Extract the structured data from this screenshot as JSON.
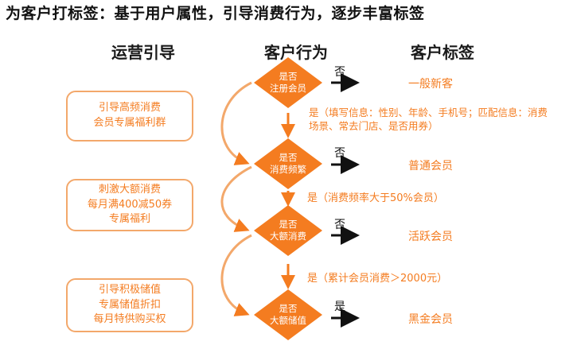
{
  "title": "为客户打标签：基于用户属性，引导消费行为，逐步丰富标签",
  "columns": {
    "guide": "运营引导",
    "behavior": "客户行为",
    "tags": "客户标签"
  },
  "guide_boxes": [
    {
      "lines": [
        "引导高频消费",
        "会员专属福利群"
      ]
    },
    {
      "lines": [
        "刺激大额消费",
        "每月满400减50券",
        "专属福利"
      ]
    },
    {
      "lines": [
        "引导积极储值",
        "专属储值折扣",
        "每月特供购买权"
      ]
    }
  ],
  "decisions": [
    {
      "lines": [
        "是否",
        "注册会员"
      ],
      "branch_label": "否",
      "tag": "一般新客"
    },
    {
      "lines": [
        "是否",
        "消费频繁"
      ],
      "branch_label": "否",
      "tag": "普通会员"
    },
    {
      "lines": [
        "是否",
        "大额消费"
      ],
      "branch_label": "否",
      "tag": "活跃会员"
    },
    {
      "lines": [
        "是否",
        "大额储值"
      ],
      "branch_label": "是",
      "tag": "黑金会员"
    }
  ],
  "yes_conditions": [
    "是（填写信息：性别、年龄、手机号；匹配信息：消费场景、常去门店、是否用券）",
    "是（消费频率大于50%会员）",
    "是（累计会员消费＞2000元）"
  ],
  "colors": {
    "accent": "#f47c20",
    "box_border": "#f3a86b",
    "arrow": "#111111"
  }
}
